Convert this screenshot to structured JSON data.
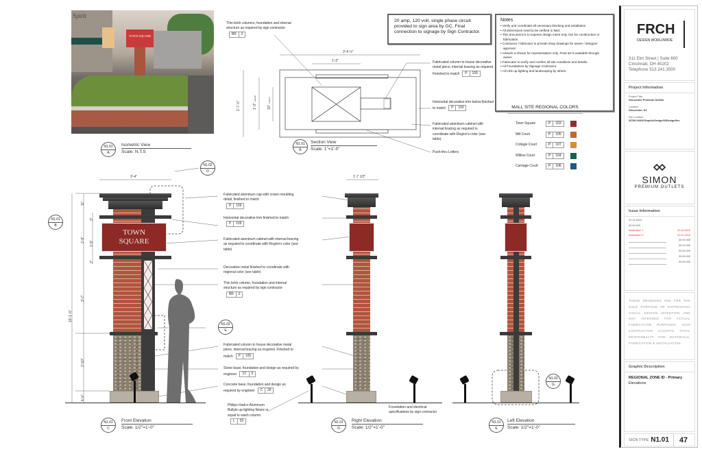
{
  "isometric": {
    "ref_sheet": "N1.01",
    "ref_id": "A",
    "title": "Isometric View",
    "scale": "Scale: N.T.S",
    "photo_sign_text": "TOWN SQUARE",
    "photo_store_text": "Spirit"
  },
  "section": {
    "ref_sheet": "N1.01",
    "ref_id": "B",
    "title": "Section View",
    "scale": "Scale: 1\"=1'-0\"",
    "dims": {
      "width": "3'-4 ½\"",
      "inner": "1'-2\"",
      "height": "1'-7 ½\"",
      "h2": "1'-3\"",
      "h2_note": "cabinet",
      "h3": "10\"",
      "h3_note": "column"
    },
    "callouts": [
      {
        "text": "Thin brick columns, foundation and internal structure as required by sign contractor",
        "code": [
          "BR",
          "2"
        ]
      },
      {
        "text": "Fabricated column to house decorative metal piece, internal bracing as required. Finished to match",
        "code": [
          "P",
          "109"
        ]
      },
      {
        "text": "Horizontal decorative trim below finished to match",
        "code": [
          "P",
          "109"
        ]
      },
      {
        "text": "Fabricated aluminum cabinet with internal bracing as required to coordinate with Region's color (see table)"
      },
      {
        "text": "Push-thru Letters"
      }
    ]
  },
  "electrical_note": "20 amp, 120 volt, single phase circuit provided to sign area by GC. Final connection to signage by Sign Contractor.",
  "notes": {
    "title": "Notes",
    "items": [
      "Verify and coordinate all necessary blocking and installation.",
      "All dimensions need to be verified in field.",
      "This document is to express design intent only. Not for construction or fabrication.",
      "Contractor / fabricator to provide shop drawings for owner / designer approval.",
      "Artwork is shown for representation only. Final art is available through owner.",
      "Fabricator to verify and confirm all site conditions and details.",
      "All Foundations by Signage Contractor.",
      "All LED up-lighting and landscaping by others."
    ]
  },
  "colors": {
    "title": "MALL SITE REGIONAL COLORS",
    "rows": [
      {
        "name": "Town Square",
        "p": "P",
        "code": "103",
        "color": "#8e2f2c"
      },
      {
        "name": "Mill Court",
        "p": "P",
        "code": "105",
        "color": "#c46a2a"
      },
      {
        "name": "Cottage Court",
        "p": "P",
        "code": "107",
        "color": "#d68f2c"
      },
      {
        "name": "Willow Court",
        "p": "P",
        "code": "104",
        "color": "#17614f"
      },
      {
        "name": "Carriage Court",
        "p": "P",
        "code": "106",
        "color": "#22587e"
      }
    ]
  },
  "front": {
    "ref_sheet": "N1.01",
    "ref_id": "C",
    "title": "Front Elevation",
    "scale": "Scale: 1/2\"=1'-0\"",
    "sign_line1": "TOWN",
    "sign_line2": "SQUARE",
    "detail_ref": {
      "sheet": "N1.02",
      "id": "D"
    },
    "detail_ref2": {
      "sheet": "N1.02",
      "id": "E"
    },
    "section_ref": {
      "sheet": "N1.01",
      "id": "B"
    },
    "dims": {
      "width": "3'-4\"",
      "cap": "11\"",
      "d1": "3\"",
      "d2": "2\"",
      "d3": "2\"",
      "sign_total": "2'-9\"",
      "sign": "1'-5\"",
      "d4": "2\"",
      "d5": "2\"",
      "overall": "10'-1 ½\"",
      "brick": "3'-7\"",
      "stone": "2'-10\"",
      "base": "6 ½\""
    },
    "callouts": [
      {
        "text": "Fabricated aluminum cap with crown moulding detail, finished to match",
        "code": [
          "P",
          "109"
        ]
      },
      {
        "text": "Horizontal decorative trim finished to match",
        "code": [
          "P",
          "109"
        ]
      },
      {
        "text": "Fabricated aluminum cabinet with internal bracing as required to coordinate with Region's color (see table)"
      },
      {
        "text": "Decorative metal finished to coordinate with regional color (see table)"
      },
      {
        "text": "Thin brick column, foundation and internal structure as required by sign contractor",
        "code": [
          "BR",
          "2"
        ]
      },
      {
        "text": "Fabricated column to house decorative metal piece, internal bracing as required. Finished to match",
        "code": [
          "P",
          "109"
        ]
      },
      {
        "text": "Stone base, foundation and design as required by engineer",
        "code": [
          "ST",
          "5"
        ]
      },
      {
        "text": "Concrete base, foundation and design as required by engineer",
        "code": [
          "C",
          "28"
        ]
      },
      {
        "text": "Philips Hadco Aluminum Bullyte up-lighting fixture or equal to wash column",
        "code": [
          "L",
          "03"
        ]
      }
    ]
  },
  "right": {
    "ref_sheet": "N1.01",
    "ref_id": "D",
    "title": "Right Elevation",
    "scale": "Scale: 1/2\"=1'-0\"",
    "width": "1'-7 1/2\"",
    "foundation_note": "Foundation and electrical specifications by sign contractor"
  },
  "left": {
    "ref_sheet": "N1.01",
    "ref_id": "E",
    "title": "Left Elevation",
    "scale": "Scale: 1/2\"=1'-0\"",
    "detail_ref": {
      "sheet": "N1.02",
      "id": "G"
    }
  },
  "titleblock": {
    "logo": "FRCH",
    "logo_sub": "DESIGN WORLDWIDE",
    "address": [
      "311 Elm Street | Suite 600",
      "Cincinnati, OH 45202",
      "Telephone 513.241.3000"
    ],
    "project_header": "Project Information",
    "project_title_label": "Project Title",
    "project_title": "Gloucester Premium Outlets",
    "location_label": "Location",
    "location": "Gloucester, NJ",
    "file_label": "File Location",
    "file": "25786.000/X/GraphicDesign/03DesignDev",
    "client_logo": "SIMON",
    "client_sub": "PREMIUM OUTLETS",
    "issue_header": "Issue Information",
    "issue_date": "01.14.2015",
    "issue_sub": "00.00.000",
    "addenda": [
      {
        "label": "Addendum 1",
        "date": "01.16.2015"
      },
      {
        "label": "Addendum 2",
        "date": "01.21.2015"
      }
    ],
    "blank_dates": [
      "00.00.000",
      "00.00.000",
      "00.00.000",
      "00.00.000",
      "00.00.000"
    ],
    "disclaimer": "THESE DRAWINGS ARE FOR THE SOLE PURPOSE OF EXPRESSING VISUAL DESIGN INTENTION AND NOT INTENDED FOR ACTUAL FABRICATION PURPOSES. SIGN CONTRACTOR ACCEPTS TOTAL RESPONBILITY FOR MATERIALS, FABRICATION & INSTALLATION.",
    "graphic_header": "Graphic Description",
    "graphic_title": "REGIONAL ZONE ID - Primary",
    "graphic_sub": "Elevations",
    "sign_type_label": "SIGN TYPE",
    "sign_type": "N1.01",
    "page": "47"
  }
}
